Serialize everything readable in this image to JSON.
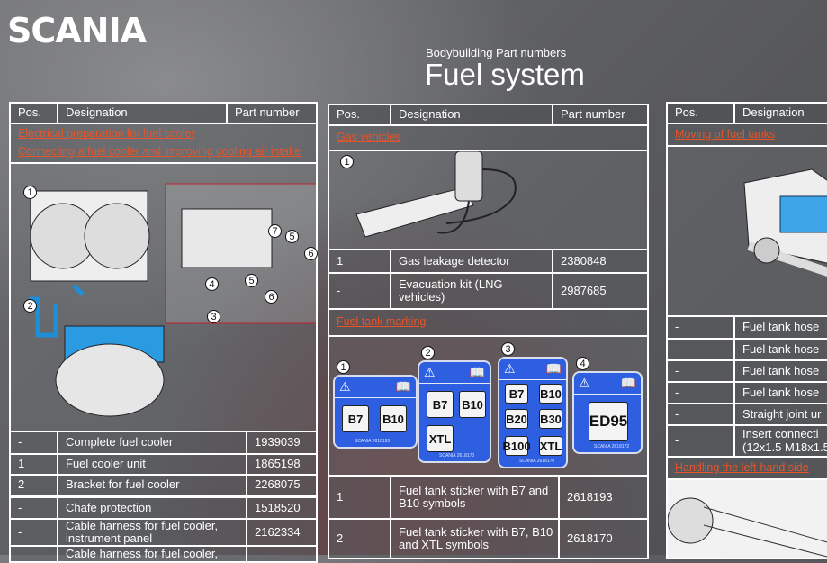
{
  "brand": "SCANIA",
  "header": {
    "subtitle": "Bodybuilding Part numbers",
    "title": "Fuel system"
  },
  "table_headers": {
    "pos": "Pos.",
    "designation": "Designation",
    "part": "Part number"
  },
  "col1": {
    "links": [
      "Electrical preparation for fuel cooler",
      "Connecting a fuel cooler and improving cooling air intake"
    ],
    "callouts": [
      "1",
      "2",
      "3",
      "4",
      "5",
      "6",
      "7"
    ],
    "rows": [
      {
        "pos": "-",
        "designation": "Complete fuel cooler",
        "part": "1939039"
      },
      {
        "pos": "1",
        "designation": "Fuel cooler unit",
        "part": "1865198"
      },
      {
        "pos": "2",
        "designation": "Bracket for fuel cooler",
        "part": "2268075"
      },
      {
        "pos": "-",
        "designation": "Chafe protection",
        "part": "1518520"
      },
      {
        "pos": "-",
        "designation": "Cable harness for fuel cooler, instrument panel",
        "part": "2162334"
      },
      {
        "pos": "",
        "designation": "Cable harness for fuel cooler,",
        "part": ""
      }
    ]
  },
  "col2": {
    "link_gas": "Gas vehicles",
    "gas_callout": "1",
    "gas_rows": [
      {
        "pos": "1",
        "designation": "Gas leakage detector",
        "part": "2380848"
      },
      {
        "pos": "-",
        "designation": "Evacuation kit (LNG vehicles)",
        "part": "2987685"
      }
    ],
    "link_marking": "Fuel tank marking",
    "stickers": [
      {
        "n": "1",
        "codes": [
          "B7",
          "B10"
        ],
        "part": "2618193"
      },
      {
        "n": "2",
        "codes": [
          "B7",
          "B10",
          "XTL"
        ],
        "part": "2618170"
      },
      {
        "n": "3",
        "codes": [
          "B7",
          "B10",
          "B20",
          "B30",
          "B100",
          "XTL"
        ],
        "part": "2618170"
      },
      {
        "n": "4",
        "codes": [
          "ED95"
        ],
        "part": "2618172"
      }
    ],
    "sticker_brand": "SCANIA",
    "rows": [
      {
        "pos": "1",
        "designation": "Fuel tank sticker with B7 and B10 symbols",
        "part": "2618193"
      },
      {
        "pos": "2",
        "designation": "Fuel tank sticker with B7, B10 and XTL symbols",
        "part": "2618170"
      }
    ]
  },
  "col3": {
    "link_move": "Moving of fuel tanks",
    "rows": [
      {
        "pos": "-",
        "designation": "Fuel tank hose"
      },
      {
        "pos": "-",
        "designation": "Fuel tank hose"
      },
      {
        "pos": "-",
        "designation": "Fuel tank hose"
      },
      {
        "pos": "-",
        "designation": "Fuel tank hose"
      },
      {
        "pos": "-",
        "designation": "Straight joint ur"
      },
      {
        "pos": "-",
        "designation": "Insert connecti (12x1.5 M18x1.5"
      }
    ],
    "link_left": "Handling the left-hand side"
  },
  "colors": {
    "link": "#e8542a",
    "sticker_blue": "#2d5fe0"
  }
}
